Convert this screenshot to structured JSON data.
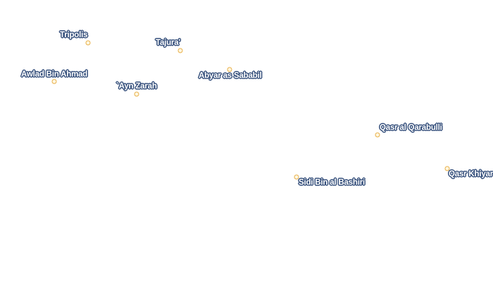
{
  "colors": {
    "background": "#ffffff",
    "label_text": "#ffffff",
    "label_halo": "#36507c",
    "marker_fill": "#fff7e0",
    "marker_stroke": "#e8b04a"
  },
  "places": [
    {
      "id": "tripolis",
      "name": "Tripolis"
    },
    {
      "id": "tajura",
      "name": "Tajura'"
    },
    {
      "id": "awlad-bin-ahmad",
      "name": "Awlad Bin Ahmad"
    },
    {
      "id": "ayn-zarah",
      "name": "`Ayn Zarah"
    },
    {
      "id": "abyar-as-sababil",
      "name": "Abyar as Sababil"
    },
    {
      "id": "qasr-al-qarabulli",
      "name": "Qasr al Qarabulli"
    },
    {
      "id": "sidi-bin-al-bashiri",
      "name": "Sidi Bin al Bashiri"
    },
    {
      "id": "qasr-khiyar",
      "name": "Qasr Khiyar"
    }
  ]
}
